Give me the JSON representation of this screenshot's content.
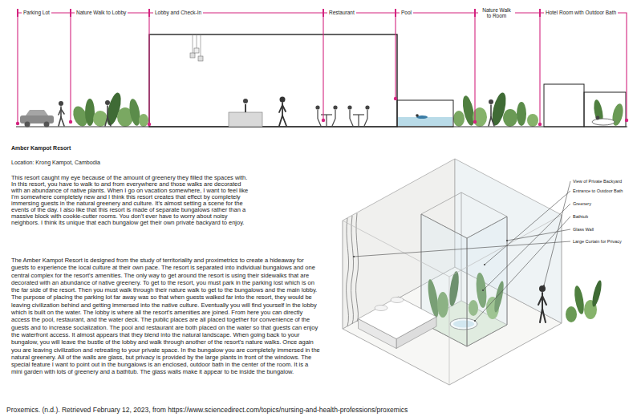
{
  "diagram": {
    "title": "Amber Kampot Resort",
    "caption": "Proxemics. (n.d.). Retrieved February 12, 2023, from https://www.sciencedirect.com/topics/nursing-and-health-professions/proxemics",
    "labels": [
      "Parking Lot",
      "Nature Walk to Lobby",
      "Lobby and Check-In",
      "Restaurant",
      "Pool",
      "Nature Walk to Room",
      "Hotel Room with Outdoor Bath",
      "Location: Krong Kampot, Cambodia",
      "This resort caught my eye because of the amount of greenery they filled the spaces with. In this resort, you have to walk to and from everywhere and those walks are decorated with an abundance of native plants. When I go on vacation somewhere, I want to feel like I'm somewhere completely new and I think this resort creates that effect by completely immersing guests in the natural greenery and culture. It's almost setting a scene for the events of the day. I also like that this resort is made of separate bungalows rather than a massive block with cookie-cutter rooms. You don't ever have to worry about noisy neighbors. I think its unique that each bungalow get their own private backyard to enjoy.",
      "The Amber Kampot Resort is designed from the study of territoriality and proximetrics to create a hideaway for guests to experience the local culture at their own pace. The resort is separated into individual bungalows and one central complex for the resort's amenities. The only way to get around the resort is using their sidewalks that are decorated with an abundance of native greenery. To get to the resort, you must park in the parking lost which is on the far side of the resort. Then you must walk through their nature walk to get to the bungalows and the main lobby. The purpose of placing the parking lot far away was so that when guests walked far into the resort, they would be leaving civilization behind and getting immersed into the native culture. Eventually you will find yourself in the lobby which is built on the water. The lobby is where all the resort's amenities are joined. From here you can directly access the pool, restaurant, and the water deck. The public places are all placed together for convenience of the guests and to increase socialization. The pool and restaurant are both placed on the water so that guests can enjoy the waterfront access. It almost appears that they blend into the natural landscape. When going back to your bungalow, you will leave the bustle of the lobby and walk through another of the resort's nature walks. Once again you are leaving civilization and retreating to your private space. In the bungalow you are completely immersed in the natural greenery. All of the walls are glass, but privacy is provided by the large plants in front of the windows. The special feature I want to point out in the bungalows is an enclosed, outdoor bath in the center of the room. It is a mini garden with lots of greenery and a bathtub. The glass walls make it appear to be inside the bungalow.",
      "View of Private Backyard",
      "Entrance to Outdoor Bath",
      "Greenery",
      "Bathtub",
      "Glass Wall",
      "Large Curtain for Privacy"
    ]
  }
}
